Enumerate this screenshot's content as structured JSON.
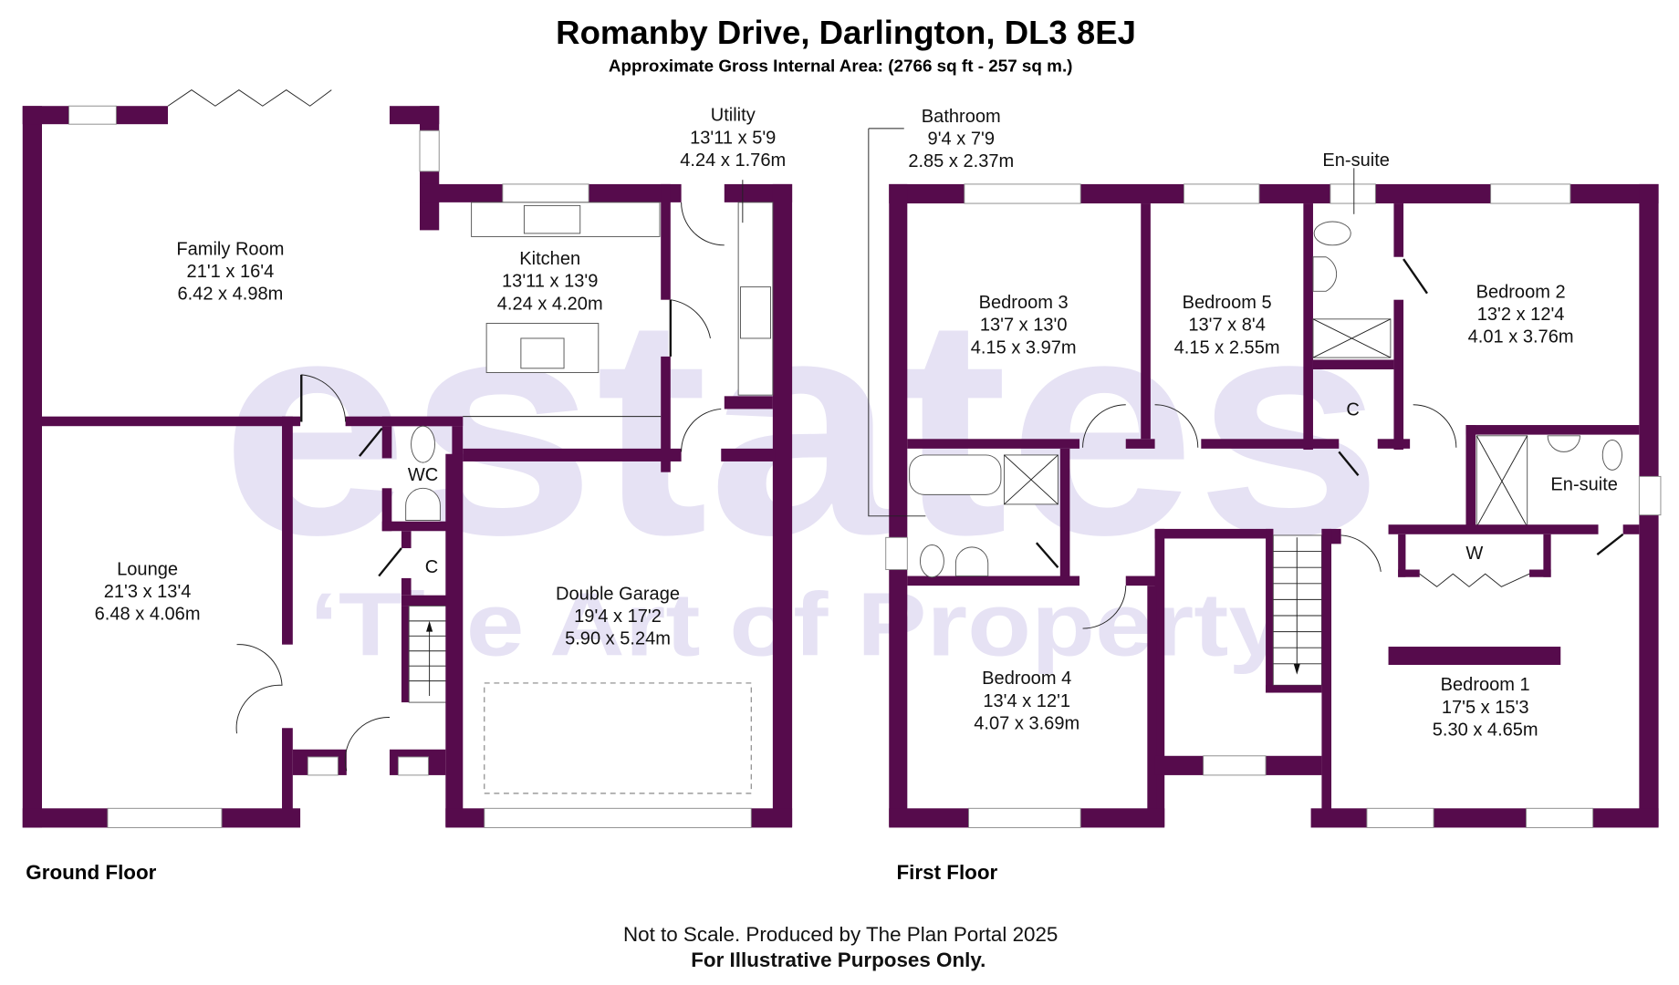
{
  "header": {
    "title": "Romanby Drive, Darlington, DL3 8EJ",
    "subtitle": "Approximate Gross Internal Area: (2766 sq ft - 257 sq m.)"
  },
  "watermark": {
    "brand": "estates",
    "tagline": "‘The Art of Property’",
    "color": "#e6e2f4"
  },
  "colors": {
    "wall": "#560b4c",
    "text": "#111111"
  },
  "ground_floor": {
    "label": "Ground Floor",
    "rooms": [
      {
        "name": "Family Room",
        "imperial": "21'1 x 16'4",
        "metric": "6.42 x 4.98m"
      },
      {
        "name": "Kitchen",
        "imperial": "13'11 x 13'9",
        "metric": "4.24 x 4.20m"
      },
      {
        "name": "Utility",
        "imperial": "13'11 x 5'9",
        "metric": "4.24 x 1.76m"
      },
      {
        "name": "Lounge",
        "imperial": "21'3 x 13'4",
        "metric": "6.48 x 4.06m"
      },
      {
        "name": "Double Garage",
        "imperial": "19'4 x 17'2",
        "metric": "5.90 x 5.24m"
      },
      {
        "name": "WC"
      },
      {
        "name": "C"
      }
    ]
  },
  "first_floor": {
    "label": "First Floor",
    "rooms": [
      {
        "name": "Bathroom",
        "imperial": "9'4 x 7'9",
        "metric": "2.85 x 2.37m"
      },
      {
        "name": "Bedroom 3",
        "imperial": "13'7 x 13'0",
        "metric": "4.15 x 3.97m"
      },
      {
        "name": "Bedroom 5",
        "imperial": "13'7 x 8'4",
        "metric": "4.15 x 2.55m"
      },
      {
        "name": "En-suite"
      },
      {
        "name": "Bedroom 2",
        "imperial": "13'2 x 12'4",
        "metric": "4.01 x 3.76m"
      },
      {
        "name": "C"
      },
      {
        "name": "En-suite"
      },
      {
        "name": "W"
      },
      {
        "name": "Bedroom 4",
        "imperial": "13'4 x 12'1",
        "metric": "4.07 x 3.69m"
      },
      {
        "name": "Bedroom 1",
        "imperial": "17'5 x 15'3",
        "metric": "5.30 x 4.65m"
      }
    ]
  },
  "footer": {
    "line1": "Not to Scale. Produced by The Plan Portal 2025",
    "line2": "For Illustrative Purposes Only."
  }
}
